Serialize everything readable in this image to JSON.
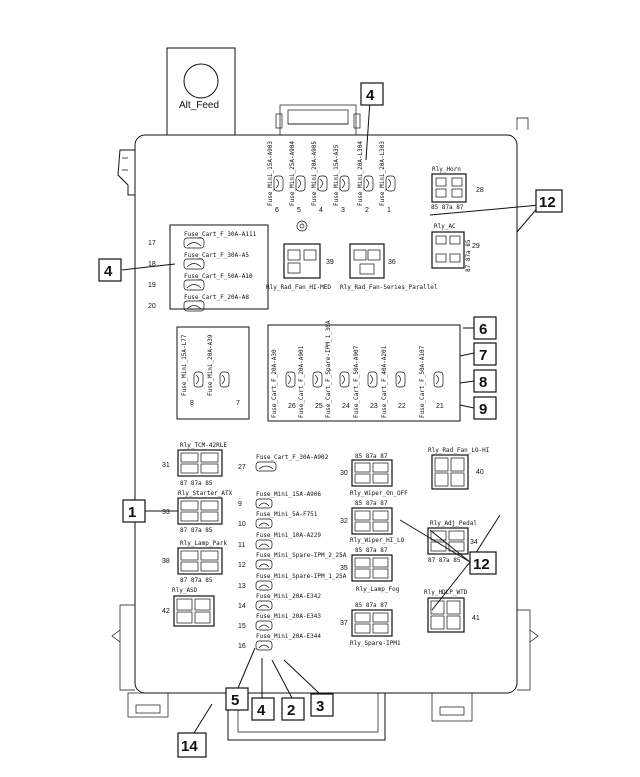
{
  "feed": {
    "label": "Alt_Feed"
  },
  "callouts": {
    "c1": "1",
    "c2": "2",
    "c3": "3",
    "c4": "4",
    "c5": "5",
    "c6": "6",
    "c7": "7",
    "c8": "8",
    "c9": "9",
    "c12": "12",
    "c14": "14"
  },
  "top_fuses": [
    {
      "label": "Fuse_Mini_15A-A903",
      "num": "6"
    },
    {
      "label": "Fuse_Mini_25A-A904",
      "num": "5"
    },
    {
      "label": "Fuse_Mini_20A-A905",
      "num": "4"
    },
    {
      "label": "Fuse_Mini_15A-A35",
      "num": "3"
    },
    {
      "label": "Fuse_Mini_20A-L304",
      "num": "2"
    },
    {
      "label": "Fuse_Mini_20A-L303",
      "num": "1"
    }
  ],
  "relays_top": {
    "horn": {
      "label": "Rly_Horn",
      "pins": "85 87a 87",
      "num": "28"
    },
    "ac": {
      "label": "Rly_AC",
      "pins": "87 87a 85",
      "num": "29"
    },
    "rad_hi": {
      "label": "Rly_Rad_Fan_HI-MED",
      "num": "39"
    },
    "rad_sp": {
      "label": "Rly_Rad_Fan-Series_Parallel",
      "num": "36"
    }
  },
  "cart_left": [
    {
      "num": "17",
      "label": "Fuse_Cart_F_30A-A111"
    },
    {
      "num": "18",
      "label": "Fuse_Cart_F_30A-A5"
    },
    {
      "num": "19",
      "label": "Fuse_Cart_F_50A-A10"
    },
    {
      "num": "20",
      "label": "Fuse_Cart_F_20A-A8"
    }
  ],
  "mini_pair": [
    {
      "label": "Fuse_Mini_15A-L77",
      "num": "8"
    },
    {
      "label": "Fuse_Mini_20A-A39",
      "num": "7"
    }
  ],
  "cart_mid": [
    {
      "label": "Fuse_Cart_F_20A-A30",
      "num": "26"
    },
    {
      "label": "Fuse_Cart_F_20A-A901",
      "num": "25"
    },
    {
      "label": "Fuse_Cart_F_Spare-IPM_1_30A",
      "num": "24"
    },
    {
      "label": "Fuse_Cart_F_50A-A907",
      "num": "23"
    },
    {
      "label": "Fuse_Cart_F_40A-A201",
      "num": "22"
    },
    {
      "label": "Fuse_Cart_F_50A-A107",
      "num": "21"
    }
  ],
  "left_relays": {
    "tcm": {
      "label": "Rly_TCM-42RLE",
      "num": "31",
      "pins_bottom": "87 87a 85"
    },
    "starter": {
      "label": "Rly_Starter_ATX",
      "num": "33",
      "pins_bottom": "87 87a 85"
    },
    "lamp_park": {
      "label": "Rly_Lamp_Park",
      "num": "38",
      "pins_bottom": "87 87a 85"
    },
    "asd": {
      "label": "Rly_ASD",
      "num": "42"
    }
  },
  "center_fuses": [
    {
      "num": "27",
      "label": "Fuse_Cart_F_30A-A902"
    },
    {
      "num": "9",
      "label": "Fuse_Mini_15A-A906"
    },
    {
      "num": "10",
      "label": "Fuse_Mini_5A-F751"
    },
    {
      "num": "11",
      "label": "Fuse_Mini_10A-A229"
    },
    {
      "num": "12",
      "label": "Fuse_Mini_Spare-IPM_2_25A"
    },
    {
      "num": "13",
      "label": "Fuse_Mini_Spare-IPM_1_25A"
    },
    {
      "num": "14",
      "label": "Fuse_Mini_20A-E342"
    },
    {
      "num": "15",
      "label": "Fuse_Mini_20A-E343"
    },
    {
      "num": "16",
      "label": "Fuse_Mini_20A-E344"
    }
  ],
  "right_relays": {
    "wiper_on": {
      "label": "Rly_Wiper_On_OFF",
      "num": "30",
      "pins": "85 87a 87"
    },
    "wiper_hi": {
      "label": "Rly_Wiper_HI_LO",
      "num": "32",
      "pins": "85 87a 87"
    },
    "lamp_fog": {
      "label": "Rly_Lamp_Fog",
      "num": "35",
      "pins": "85 87a 87"
    },
    "spare": {
      "label": "Rly_Spare-IPM1",
      "num": "37",
      "pins": "85 87a 87"
    },
    "rad_lo": {
      "label": "Rly_Rad_Fan_LO-HI",
      "num": "40"
    },
    "adj_pedal": {
      "label": "Rly_Adj_Pedal",
      "num": "34",
      "pins_bottom": "87 87a 85"
    },
    "hdlp": {
      "label": "Rly_HDLP_WTD",
      "num": "41"
    }
  }
}
